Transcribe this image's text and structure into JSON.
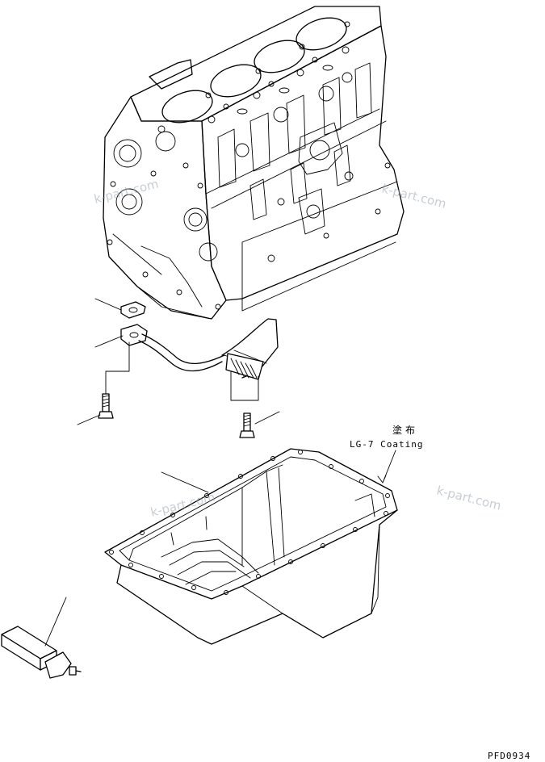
{
  "annotation": {
    "coating_japanese": "塗布",
    "coating_english": "LG-7 Coating"
  },
  "watermarks": [
    "k-part.com",
    "k-part.com",
    "k-part.com",
    "k-part.com"
  ],
  "drawing_code": "PFD0934",
  "colors": {
    "line": "#000000",
    "background": "#ffffff",
    "watermark": "#9aa6b0"
  }
}
